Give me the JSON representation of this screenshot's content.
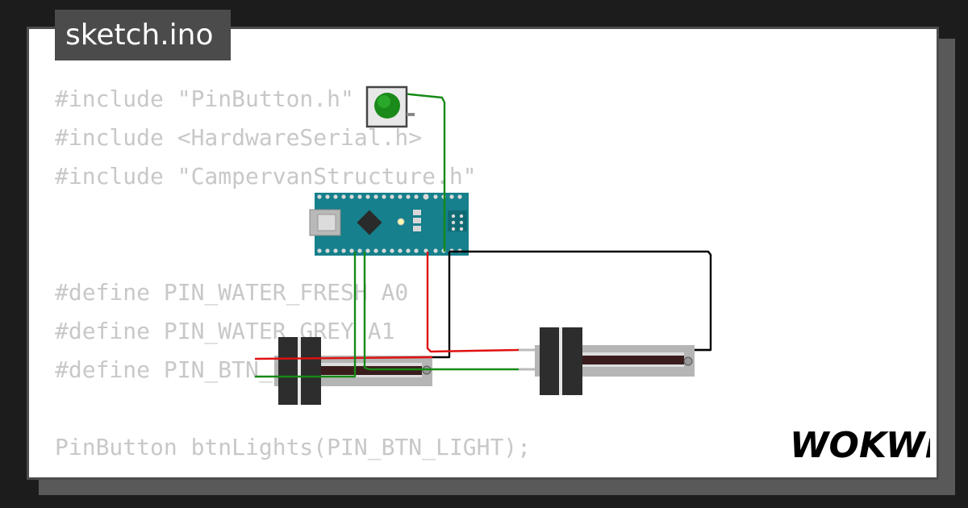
{
  "title": "sketch.ino",
  "code_lines": [
    "#include \"PinButton.h\"",
    "#include <HardwareSerial.h>",
    "#include \"CampervanStructure.h\"",
    "#define PIN_WATER_FRESH A0",
    "#define PIN_WATER_GREY A1",
    "#define PIN_BTN_LIGHT 2",
    "PinButton btnLights(PIN_BTN_LIGHT);"
  ],
  "logo_text": "WOKWi",
  "colors": {
    "background": "#1c1c1c",
    "card": "#ffffff",
    "tab": "#4b4b4b",
    "code_text": "#c8c8c8",
    "board": "#16808c",
    "wire_green": "#168a16",
    "wire_red": "#e01010",
    "wire_black": "#000000",
    "button_cap": "#1a8a1a"
  },
  "icons": [
    "pushbutton-icon",
    "arduino-nano-icon",
    "slide-potentiometer-icon",
    "wokwi-logo-icon"
  ]
}
